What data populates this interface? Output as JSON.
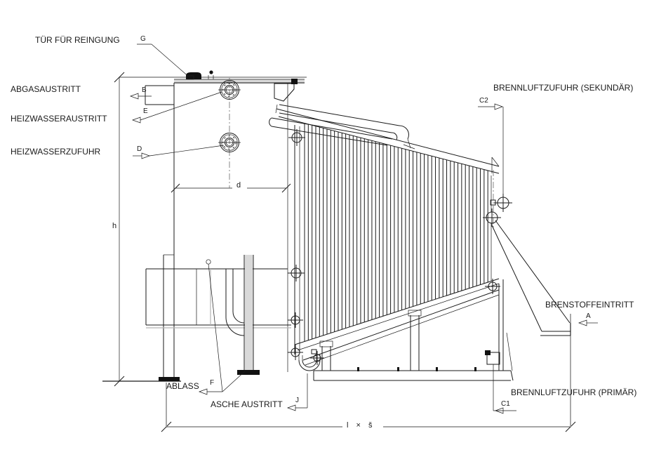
{
  "labels": {
    "door_cleaning": "TÜR  FÜR REINGUNG",
    "flue_gas_outlet": "ABGASAUSTRITT",
    "heating_water_outlet": "HEIZWASSERAUSTRITT",
    "heating_water_inlet": "HEIZWASSERZUFUHR",
    "drain": "ABLASS",
    "ash_outlet": "ASCHE AUSTRITT",
    "combustion_air_secondary": "BRENNLUFTZUFUHR (SEKUNDÄR)",
    "fuel_inlet": "BRENSTOFFEINTRITT",
    "combustion_air_primary": "BRENNLUFTZUFUHR (PRIMÄR)"
  },
  "markers": {
    "door": "G",
    "flue_gas": "B",
    "heating_water_outlet": "E",
    "heating_water_inlet": "D",
    "secondary_air": "C2",
    "fuel": "A",
    "primary_air": "C1",
    "drain": "F",
    "ash": "J"
  },
  "dimensions": {
    "height": "h",
    "depth": "d",
    "length_width": "l × š"
  },
  "colors": {
    "line": "#1a1a1a",
    "dim_line": "#9a9a9a"
  }
}
